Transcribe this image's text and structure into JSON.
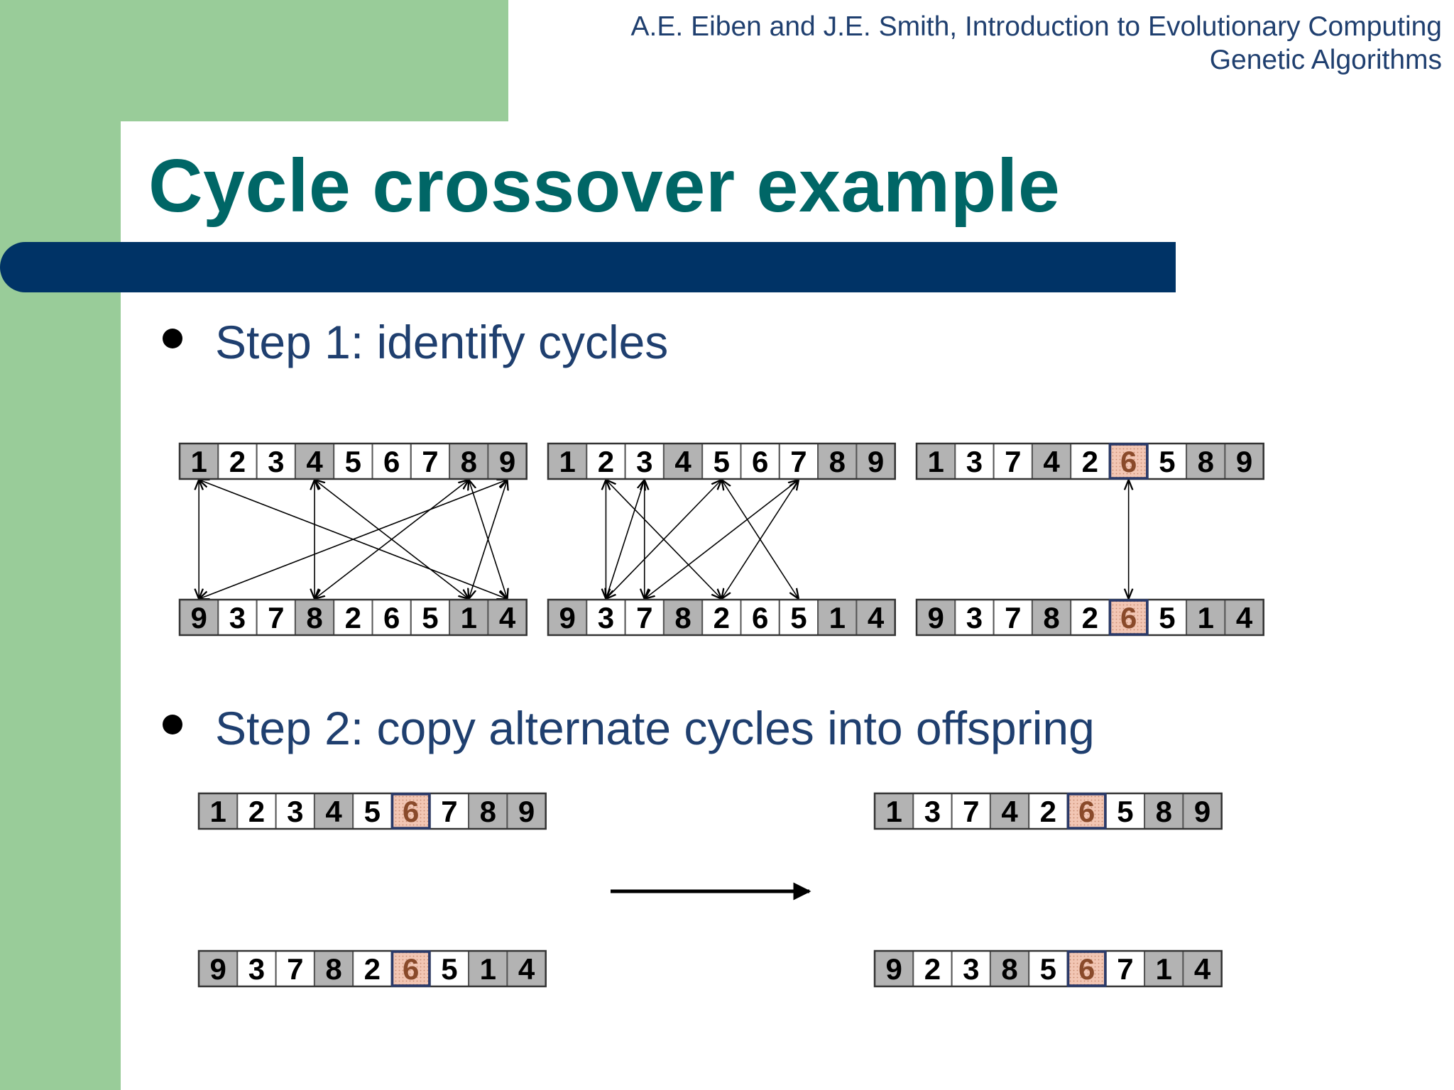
{
  "header": {
    "line1": "A.E. Eiben and J.E. Smith, Introduction to Evolutionary Computing",
    "line2": "Genetic Algorithms"
  },
  "title": "Cycle crossover example",
  "bullets": [
    {
      "text": "Step 1: identify cycles"
    },
    {
      "text": "Step 2: copy alternate cycles into offspring"
    }
  ],
  "colors": {
    "sidebar_green": "#99cc99",
    "title_teal": "#006666",
    "bar_navy": "#003366",
    "text_navy": "#1f3f6f",
    "cell_gray": "#b3b3b3",
    "cell_white": "#ffffff",
    "highlight_fill": "#f2c6b4",
    "highlight_digit": "#8a4a2a",
    "highlight_border": "#2a3a6a"
  },
  "step1": {
    "panels": [
      {
        "top": {
          "values": [
            1,
            2,
            3,
            4,
            5,
            6,
            7,
            8,
            9
          ],
          "gray": [
            0,
            3,
            7,
            8
          ]
        },
        "bottom": {
          "values": [
            9,
            3,
            7,
            8,
            2,
            6,
            5,
            1,
            4
          ],
          "gray": [
            0,
            3,
            7,
            8
          ]
        },
        "highlight": null,
        "links": [
          [
            0,
            0
          ],
          [
            0,
            8
          ],
          [
            8,
            0
          ],
          [
            8,
            7
          ],
          [
            7,
            8
          ],
          [
            7,
            3
          ],
          [
            3,
            7
          ],
          [
            3,
            3
          ]
        ]
      },
      {
        "top": {
          "values": [
            1,
            2,
            3,
            4,
            5,
            6,
            7,
            8,
            9
          ],
          "gray": [
            0,
            3,
            7,
            8
          ]
        },
        "bottom": {
          "values": [
            9,
            3,
            7,
            8,
            2,
            6,
            5,
            1,
            4
          ],
          "gray": [
            0,
            3,
            7,
            8
          ]
        },
        "highlight": null,
        "links": [
          [
            1,
            1
          ],
          [
            1,
            4
          ],
          [
            4,
            1
          ],
          [
            4,
            6
          ],
          [
            6,
            4
          ],
          [
            6,
            2
          ],
          [
            2,
            2
          ],
          [
            2,
            1
          ]
        ]
      },
      {
        "top": {
          "values": [
            1,
            3,
            7,
            4,
            2,
            6,
            5,
            8,
            9
          ],
          "gray": [
            0,
            3,
            7,
            8
          ]
        },
        "bottom": {
          "values": [
            9,
            3,
            7,
            8,
            2,
            6,
            5,
            1,
            4
          ],
          "gray": [
            0,
            3,
            7,
            8
          ]
        },
        "highlight": 5,
        "links": [
          [
            5,
            5
          ]
        ]
      }
    ]
  },
  "step2": {
    "parent1": {
      "values": [
        1,
        2,
        3,
        4,
        5,
        6,
        7,
        8,
        9
      ],
      "gray": [
        0,
        3,
        7,
        8
      ],
      "highlight": 5
    },
    "parent2": {
      "values": [
        9,
        3,
        7,
        8,
        2,
        6,
        5,
        1,
        4
      ],
      "gray": [
        0,
        3,
        7,
        8
      ],
      "highlight": 5
    },
    "offspring1": {
      "values": [
        1,
        3,
        7,
        4,
        2,
        6,
        5,
        8,
        9
      ],
      "gray": [
        0,
        3,
        7,
        8
      ],
      "highlight": 5
    },
    "offspring2": {
      "values": [
        9,
        2,
        3,
        8,
        5,
        6,
        7,
        1,
        4
      ],
      "gray": [
        0,
        3,
        7,
        8
      ],
      "highlight": 5
    }
  }
}
